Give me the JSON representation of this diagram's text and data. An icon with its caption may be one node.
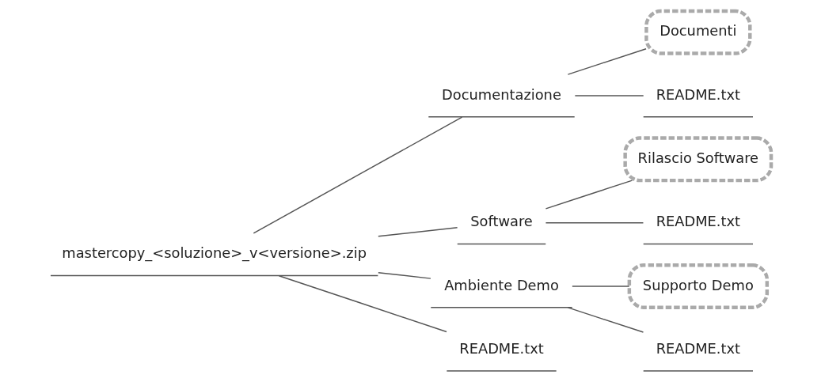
{
  "diagram": {
    "nodes": [
      {
        "text": [
          "mastercopy_<soluzione>_v<versione>.zip"
        ]
      },
      {
        "text": [
          "Documentazione"
        ]
      },
      {
        "text": [
          "Documenti"
        ]
      },
      {
        "text": [
          "README.txt"
        ]
      },
      {
        "text": [
          "Software"
        ]
      },
      {
        "text": [
          "Rilascio Software"
        ]
      },
      {
        "text": [
          "README.txt"
        ]
      },
      {
        "text": [
          "Ambiente Demo"
        ]
      },
      {
        "text": [
          "Supporto Demo"
        ]
      },
      {
        "text": [
          "README.txt"
        ]
      },
      {
        "text": [
          "README.txt"
        ]
      }
    ],
    "edges": [
      {
        "from": 0,
        "to": 1,
        "arrow": "none"
      },
      {
        "from": 0,
        "to": 4,
        "arrow": "none"
      },
      {
        "from": 0,
        "to": 7,
        "arrow": "none"
      },
      {
        "from": 0,
        "to": 10,
        "arrow": "none"
      },
      {
        "from": 1,
        "to": 2,
        "arrow": "none"
      },
      {
        "from": 1,
        "to": 3,
        "arrow": "none"
      },
      {
        "from": 4,
        "to": 5,
        "arrow": "none"
      },
      {
        "from": 4,
        "to": 6,
        "arrow": "none"
      },
      {
        "from": 7,
        "to": 8,
        "arrow": "none"
      },
      {
        "from": 7,
        "to": 9,
        "arrow": "none"
      }
    ]
  }
}
